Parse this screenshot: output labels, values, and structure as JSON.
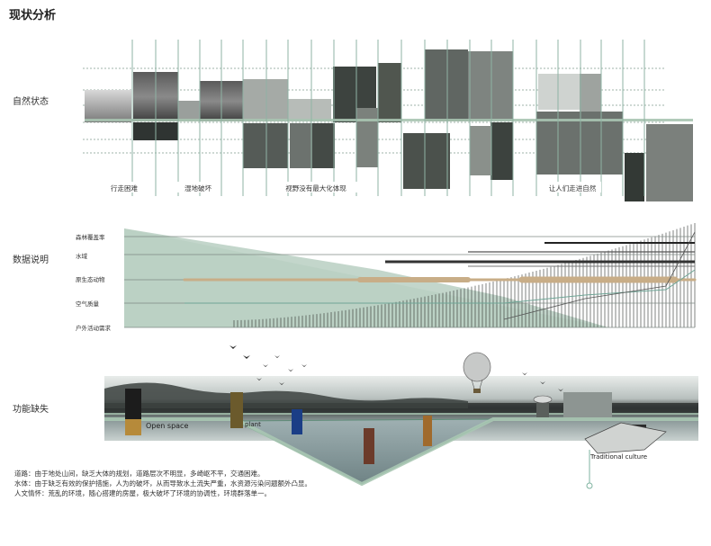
{
  "title": "现状分析",
  "sections": {
    "natural": {
      "label": "自然状态",
      "captions": [
        "行走困难",
        "湿地破坏",
        "视野没有最大化体现",
        "让人们走进自然"
      ]
    },
    "data": {
      "label": "数据说明",
      "rows": [
        "森林覆盖率",
        "水域",
        "原生态动物",
        "空气质量",
        "户外活动需求"
      ]
    },
    "function": {
      "label": "功能缺失",
      "tags": [
        "Open space",
        "plant",
        "Traditional culture"
      ]
    }
  },
  "notes": [
    "道路：由于地处山间，缺乏大体的规划，道路层次不明显，多崎岖不平，交通困难。",
    "水体：由于缺乏有效的保护措施，人为的破坏，从而导致水土流失严重，水资源污染问题额外凸显。",
    "人文情怀：荒乱的环境，随心搭建的房屋，极大破坏了环境的协调性，环境群落单一。"
  ]
}
